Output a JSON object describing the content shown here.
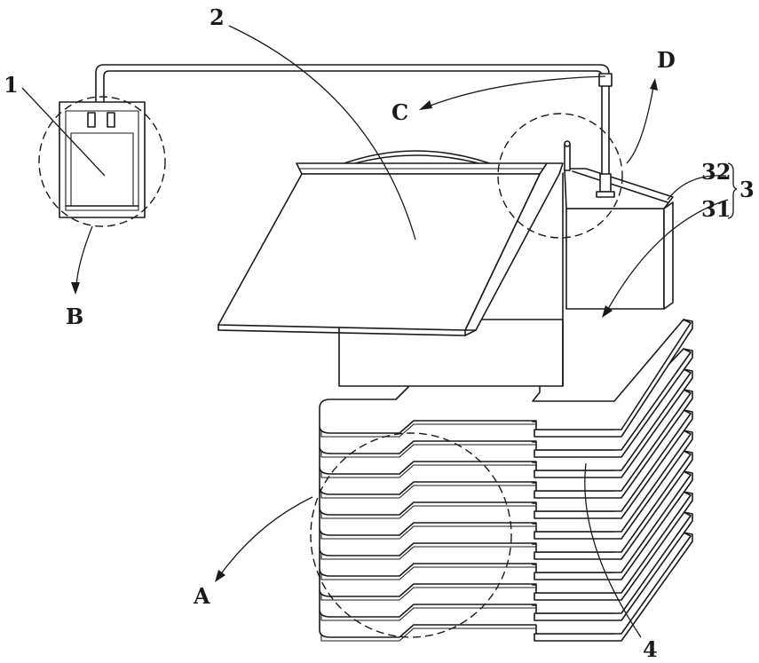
{
  "labels": {
    "ref_1": "1",
    "ref_2": "2",
    "ref_3": "3",
    "ref_31": "31",
    "ref_32": "32",
    "ref_4": "4",
    "view_a": "A",
    "view_b": "B",
    "view_c": "C",
    "view_d": "D"
  }
}
